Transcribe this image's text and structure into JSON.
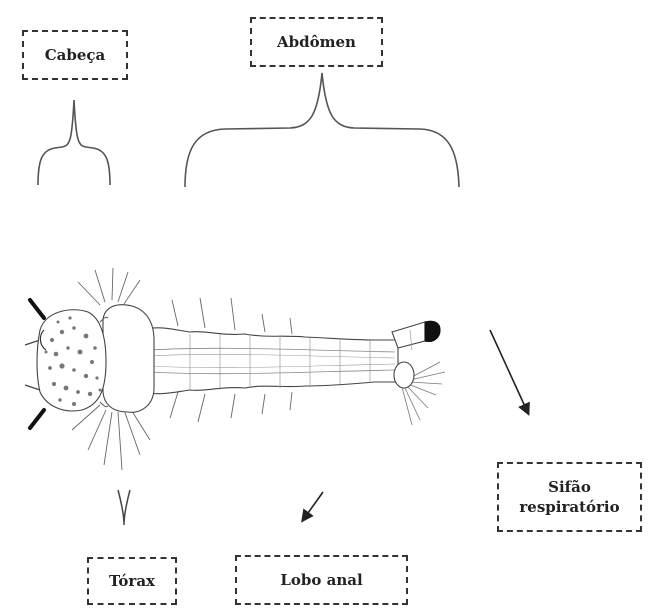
{
  "labels": {
    "cabeca": "Cabeça",
    "abdomen": "Abdômen",
    "sifao_line1": "Sifão",
    "sifao_line2": "respiratório",
    "torax": "Tórax",
    "lobo_anal": "Lobo anal"
  },
  "colors": {
    "line": "#333333",
    "fill": "#ffffff",
    "siphon_tip": "#111111"
  }
}
